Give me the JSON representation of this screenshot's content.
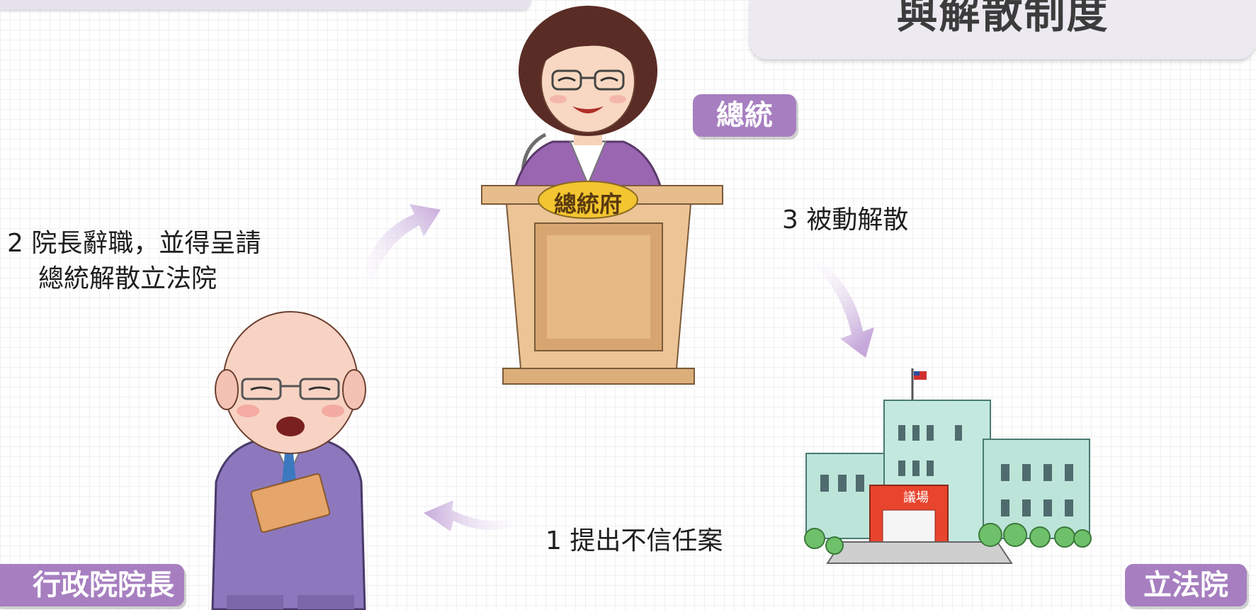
{
  "title": "與解散制度",
  "roles": {
    "president": "總統",
    "premier": "行政院院長",
    "legislature": "立法院"
  },
  "podium_sign": "總統府",
  "steps": {
    "step1": "1 提出不信任案",
    "step2_line1": "2 院長辭職，並得呈請",
    "step2_line2": "總統解散立法院",
    "step3": "3 被動解散"
  },
  "building_plaque": "議場",
  "colors": {
    "badge": "#a77fc0",
    "arrow": "#c9addb",
    "title_card": "#ece9f1"
  }
}
